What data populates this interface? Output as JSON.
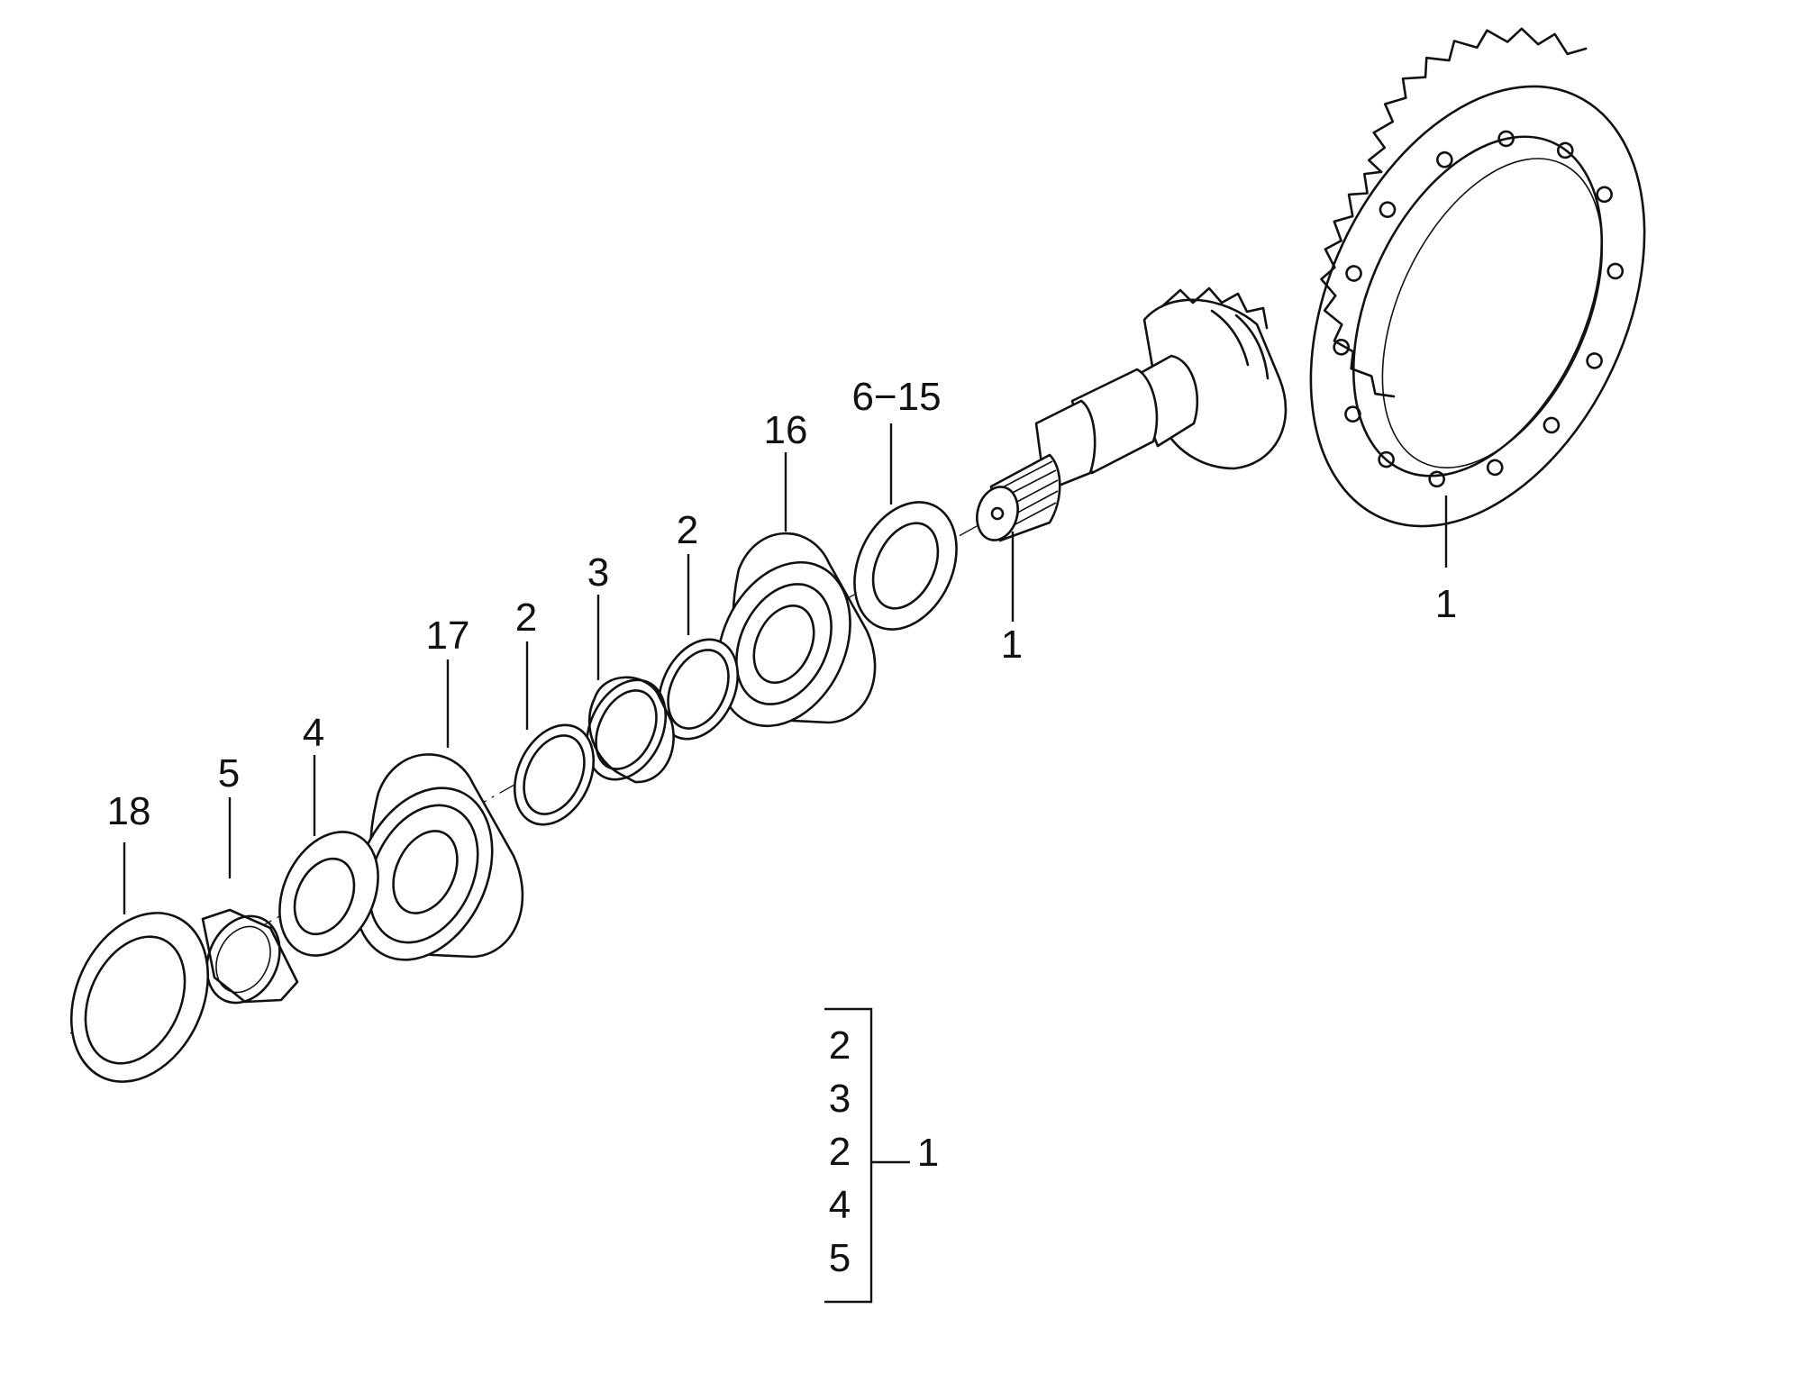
{
  "callouts": {
    "c18": "18",
    "c5": "5",
    "c4": "4",
    "c17": "17",
    "c2a": "2",
    "c3": "3",
    "c2b": "2",
    "c16": "16",
    "c615": "6−15",
    "c1_pinion": "1",
    "c1_crown": "1"
  },
  "kit": {
    "items": [
      "2",
      "3",
      "2",
      "4",
      "5"
    ],
    "ref": "1"
  }
}
